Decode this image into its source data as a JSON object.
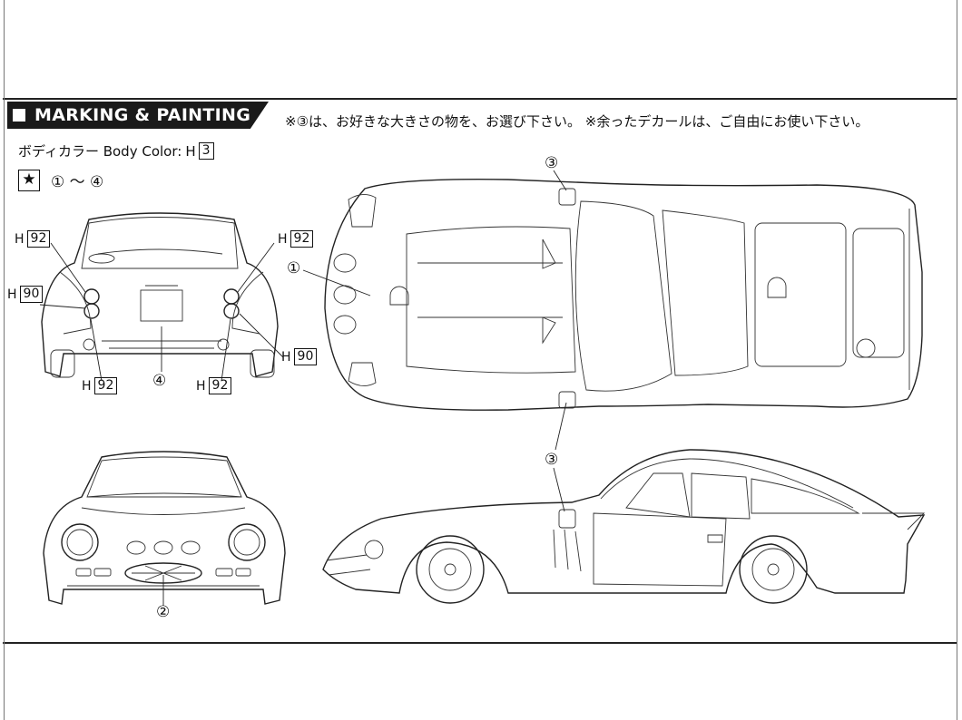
{
  "header": {
    "title": "MARKING & PAINTING"
  },
  "notice": "※③は、お好きな大きさの物を、お選び下さい。 ※余ったデカールは、ご自由にお使い下さい。",
  "body_color": {
    "label": "ボディカラー Body Color:",
    "code_prefix": "H",
    "code": "3"
  },
  "decal_range": {
    "icon": "star-icon",
    "text": "① 〜 ④"
  },
  "paint_codes": {
    "h92": "92",
    "h90": "90",
    "prefix": "H"
  },
  "callouts": {
    "c1": "①",
    "c2": "②",
    "c3": "③",
    "c4": "④"
  }
}
